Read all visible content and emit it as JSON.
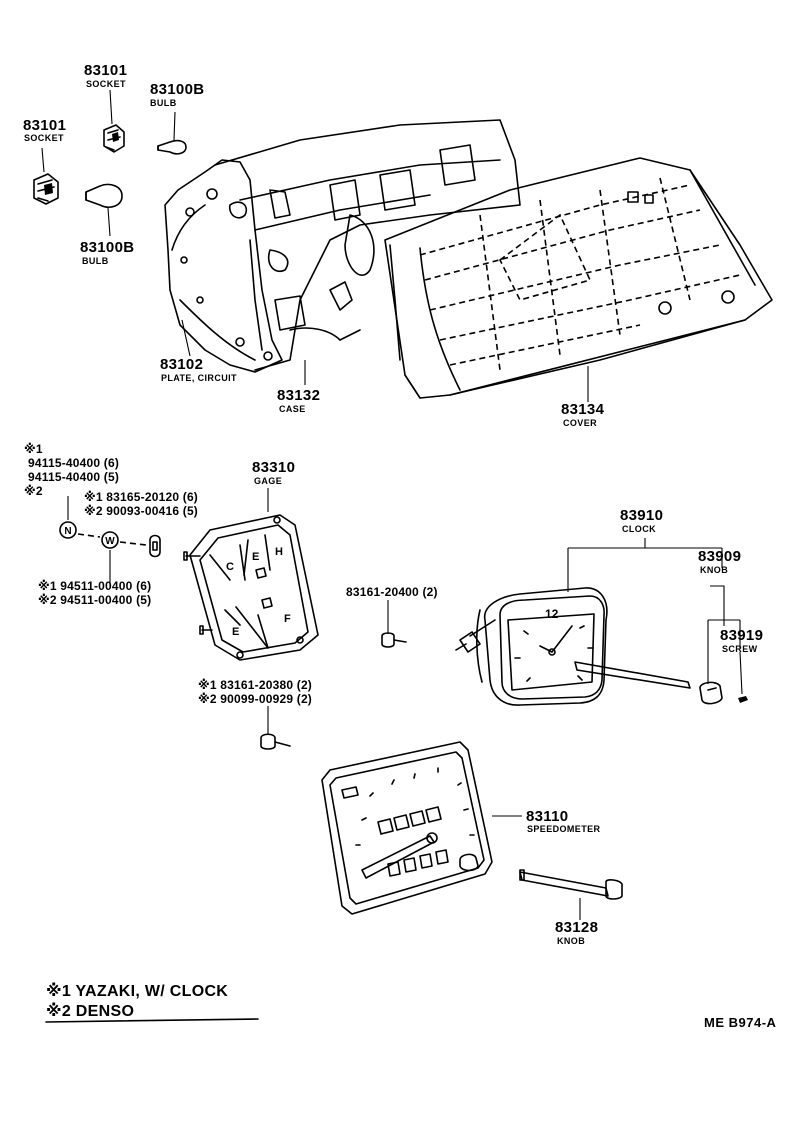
{
  "parts": {
    "socket_a": {
      "number": "83101",
      "name": "SOCKET"
    },
    "bulb_a": {
      "number": "83100B",
      "name": "BULB"
    },
    "socket_b": {
      "number": "83101",
      "name": "SOCKET"
    },
    "bulb_b": {
      "number": "83100B",
      "name": "BULB"
    },
    "circuit_plate": {
      "number": "83102",
      "name": "PLATE, CIRCUIT"
    },
    "case": {
      "number": "83132",
      "name": "CASE"
    },
    "cover": {
      "number": "83134",
      "name": "COVER"
    },
    "gage": {
      "number": "83310",
      "name": "GAGE"
    },
    "clock": {
      "number": "83910",
      "name": "CLOCK"
    },
    "clock_knob": {
      "number": "83909",
      "name": "KNOB"
    },
    "screw": {
      "number": "83919",
      "name": "SCREW"
    },
    "speedometer": {
      "number": "83110",
      "name": "SPEEDOMETER"
    },
    "speedo_knob": {
      "number": "83128",
      "name": "KNOB"
    }
  },
  "nut_group": {
    "mark1": "※1",
    "line1": "94115-40400 (6)",
    "line2": "94115-40400 (5)",
    "mark2": "※2"
  },
  "spacer_group": {
    "line1": "※1  83165-20120 (6)",
    "line2": "※2  90093-00416 (5)"
  },
  "washer_group": {
    "line1": "※1 94511-00400 (6)",
    "line2": "※2 94511-00400 (5)"
  },
  "clock_screw": {
    "line1": "83161-20400 (2)"
  },
  "gage_screw_group": {
    "line1": "※1  83161-20380 (2)",
    "line2": "※2  90099-00929 (2)"
  },
  "hardware_letters": {
    "nut": "N",
    "washer": "W"
  },
  "gage_faces": {
    "c": "C",
    "e_top": "E",
    "h": "H",
    "e_bottom": "E",
    "f": "F"
  },
  "clock_face": {
    "twelve": "12"
  },
  "legend": {
    "item1": "※1 YAZAKI, W/ CLOCK",
    "item2": "※2 DENSO"
  },
  "reference": "ME  B974-A"
}
